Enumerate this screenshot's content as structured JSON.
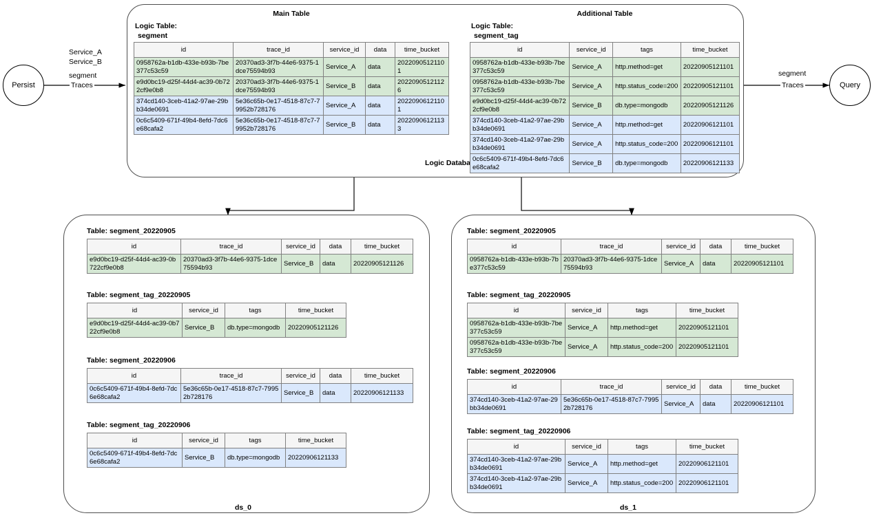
{
  "diagram": {
    "left_node": "Persist",
    "right_node": "Query",
    "left_edge_labels": [
      "Service_A",
      "Service_B",
      "segment",
      "Traces"
    ],
    "right_edge_labels": [
      "segment",
      "Traces"
    ],
    "logic_database_label": "Logic Database",
    "ds0_label": "ds_0",
    "ds1_label": "ds_1"
  },
  "main_table": {
    "heading": "Main Table",
    "logic_label_line1": "Logic Table:",
    "logic_label_line2": "segment",
    "columns": [
      "id",
      "trace_id",
      "service_id",
      "data",
      "time_bucket"
    ],
    "rows": [
      {
        "color": "green",
        "cells": [
          "0958762a-b1db-433e-b93b-7be377c53c59",
          "20370ad3-3f7b-44e6-9375-1dce75594b93",
          "Service_A",
          "data",
          "20220905121101"
        ]
      },
      {
        "color": "green",
        "cells": [
          "e9d0bc19-d25f-44d4-ac39-0b722cf9e0b8",
          "20370ad3-3f7b-44e6-9375-1dce75594b93",
          "Service_B",
          "data",
          "20220905121126"
        ]
      },
      {
        "color": "blue",
        "cells": [
          "374cd140-3ceb-41a2-97ae-29bb34de0691",
          "5e36c65b-0e17-4518-87c7-79952b728176",
          "Service_A",
          "data",
          "20220906121101"
        ]
      },
      {
        "color": "blue",
        "cells": [
          "0c6c5409-671f-49b4-8efd-7dc6e68cafa2",
          "5e36c65b-0e17-4518-87c7-79952b728176",
          "Service_B",
          "data",
          "20220906121133"
        ]
      }
    ]
  },
  "additional_table": {
    "heading": "Additional  Table",
    "logic_label_line1": "Logic Table:",
    "logic_label_line2": "segment_tag",
    "columns": [
      "id",
      "service_id",
      "tags",
      "time_bucket"
    ],
    "rows": [
      {
        "color": "green",
        "cells": [
          "0958762a-b1db-433e-b93b-7be377c53c59",
          "Service_A",
          "http.method=get",
          "20220905121101"
        ]
      },
      {
        "color": "green",
        "cells": [
          "0958762a-b1db-433e-b93b-7be377c53c59",
          "Service_A",
          "http.status_code=200",
          "20220905121101"
        ]
      },
      {
        "color": "green",
        "cells": [
          "e9d0bc19-d25f-44d4-ac39-0b722cf9e0b8",
          "Service_B",
          "db.type=mongodb",
          "20220905121126"
        ]
      },
      {
        "color": "blue",
        "cells": [
          "374cd140-3ceb-41a2-97ae-29bb34de0691",
          "Service_A",
          "http.method=get",
          "20220906121101"
        ]
      },
      {
        "color": "blue",
        "cells": [
          "374cd140-3ceb-41a2-97ae-29bb34de0691",
          "Service_A",
          "http.status_code=200",
          "20220906121101"
        ]
      },
      {
        "color": "blue",
        "cells": [
          "0c6c5409-671f-49b4-8efd-7dc6e68cafa2",
          "Service_B",
          "db.type=mongodb",
          "20220906121133"
        ]
      }
    ]
  },
  "ds0": {
    "tables": [
      {
        "caption": "Table: segment_20220905",
        "columns": [
          "id",
          "trace_id",
          "service_id",
          "data",
          "time_bucket"
        ],
        "rows": [
          {
            "color": "green",
            "cells": [
              "e9d0bc19-d25f-44d4-ac39-0b722cf9e0b8",
              "20370ad3-3f7b-44e6-9375-1dce75594b93",
              "Service_B",
              "data",
              "20220905121126"
            ]
          }
        ]
      },
      {
        "caption": "Table: segment_tag_20220905",
        "columns": [
          "id",
          "service_id",
          "tags",
          "time_bucket"
        ],
        "rows": [
          {
            "color": "green",
            "cells": [
              "e9d0bc19-d25f-44d4-ac39-0b722cf9e0b8",
              "Service_B",
              "db.type=mongodb",
              "20220905121126"
            ]
          }
        ]
      },
      {
        "caption": "Table: segment_20220906",
        "columns": [
          "id",
          "trace_id",
          "service_id",
          "data",
          "time_bucket"
        ],
        "rows": [
          {
            "color": "blue",
            "cells": [
              "0c6c5409-671f-49b4-8efd-7dc6e68cafa2",
              "5e36c65b-0e17-4518-87c7-79952b728176",
              "Service_B",
              "data",
              "20220906121133"
            ]
          }
        ]
      },
      {
        "caption": "Table: segment_tag_20220906",
        "columns": [
          "id",
          "service_id",
          "tags",
          "time_bucket"
        ],
        "rows": [
          {
            "color": "blue",
            "cells": [
              "0c6c5409-671f-49b4-8efd-7dc6e68cafa2",
              "Service_B",
              "db.type=mongodb",
              "20220906121133"
            ]
          }
        ]
      }
    ]
  },
  "ds1": {
    "tables": [
      {
        "caption": "Table: segment_20220905",
        "columns": [
          "id",
          "trace_id",
          "service_id",
          "data",
          "time_bucket"
        ],
        "rows": [
          {
            "color": "green",
            "cells": [
              "0958762a-b1db-433e-b93b-7be377c53c59",
              "20370ad3-3f7b-44e6-9375-1dce75594b93",
              "Service_A",
              "data",
              "20220905121101"
            ]
          }
        ]
      },
      {
        "caption": "Table: segment_tag_20220905",
        "columns": [
          "id",
          "service_id",
          "tags",
          "time_bucket"
        ],
        "rows": [
          {
            "color": "green",
            "cells": [
              "0958762a-b1db-433e-b93b-7be377c53c59",
              "Service_A",
              "http.method=get",
              "20220905121101"
            ]
          },
          {
            "color": "green",
            "cells": [
              "0958762a-b1db-433e-b93b-7be377c53c59",
              "Service_A",
              "http.status_code=200",
              "20220905121101"
            ]
          }
        ]
      },
      {
        "caption": "Table: segment_20220906",
        "columns": [
          "id",
          "trace_id",
          "service_id",
          "data",
          "time_bucket"
        ],
        "rows": [
          {
            "color": "blue",
            "cells": [
              "374cd140-3ceb-41a2-97ae-29bb34de0691",
              "5e36c65b-0e17-4518-87c7-79952b728176",
              "Service_A",
              "data",
              "20220906121101"
            ]
          }
        ]
      },
      {
        "caption": "Table: segment_tag_20220906",
        "columns": [
          "id",
          "service_id",
          "tags",
          "time_bucket"
        ],
        "rows": [
          {
            "color": "blue",
            "cells": [
              "374cd140-3ceb-41a2-97ae-29bb34de0691",
              "Service_A",
              "http.method=get",
              "20220906121101"
            ]
          },
          {
            "color": "blue",
            "cells": [
              "374cd140-3ceb-41a2-97ae-29bb34de0691",
              "Service_A",
              "http.status_code=200",
              "20220906121101"
            ]
          }
        ]
      }
    ]
  },
  "colors": {
    "green": "#d5e8d4",
    "blue": "#dae8fc",
    "header": "#f5f5f5",
    "border": "#808080",
    "container": "#4d4d4d"
  }
}
